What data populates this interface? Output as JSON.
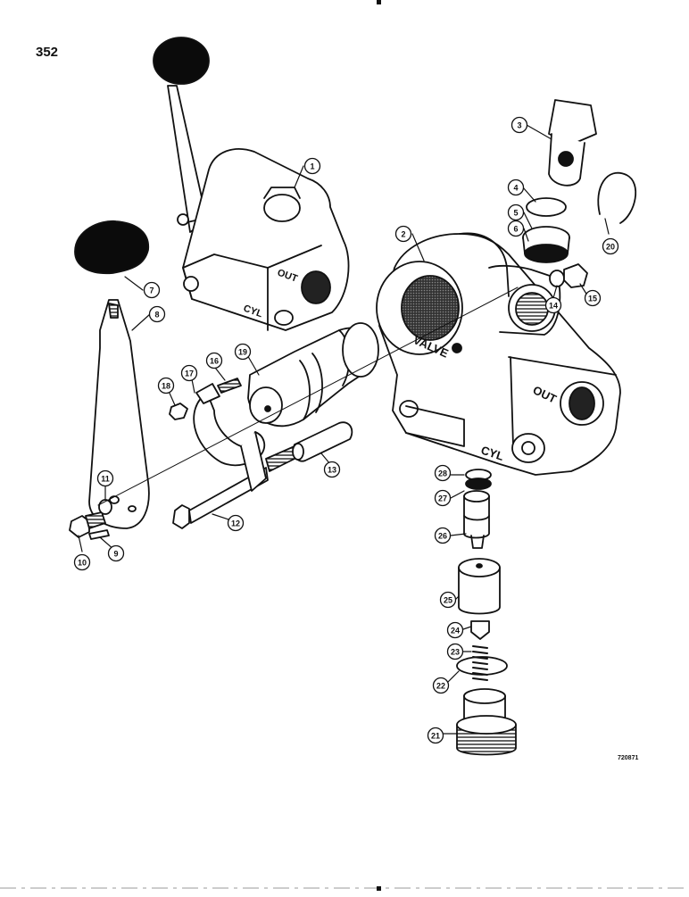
{
  "page": {
    "number": "352",
    "figure_id": "720871"
  },
  "castings": {
    "label_out": "OUT",
    "label_cyl": "CYL",
    "label_valve": "VALVE"
  },
  "callouts": [
    "1",
    "2",
    "3",
    "4",
    "5",
    "6",
    "7",
    "8",
    "9",
    "10",
    "11",
    "12",
    "13",
    "14",
    "15",
    "16",
    "17",
    "18",
    "19",
    "20",
    "21",
    "22",
    "23",
    "24",
    "25",
    "26",
    "27",
    "28"
  ],
  "colors": {
    "ink": "#111111",
    "paper": "#ffffff",
    "knob": "#0b0b0b"
  }
}
